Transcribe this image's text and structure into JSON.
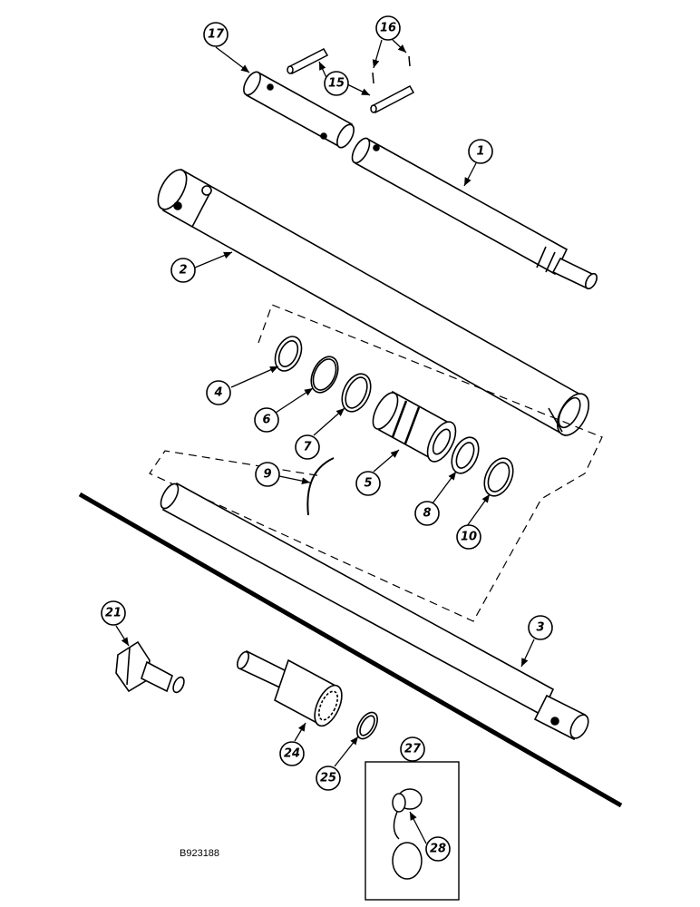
{
  "drawing_id": "B923188",
  "callouts": {
    "c1": "1",
    "c2": "2",
    "c3": "3",
    "c4": "4",
    "c5": "5",
    "c6": "6",
    "c7": "7",
    "c8": "8",
    "c9": "9",
    "c10": "10",
    "c15": "15",
    "c16": "16",
    "c17": "17",
    "c21": "21",
    "c24": "24",
    "c25": "25",
    "c27": "27",
    "c28": "28"
  }
}
